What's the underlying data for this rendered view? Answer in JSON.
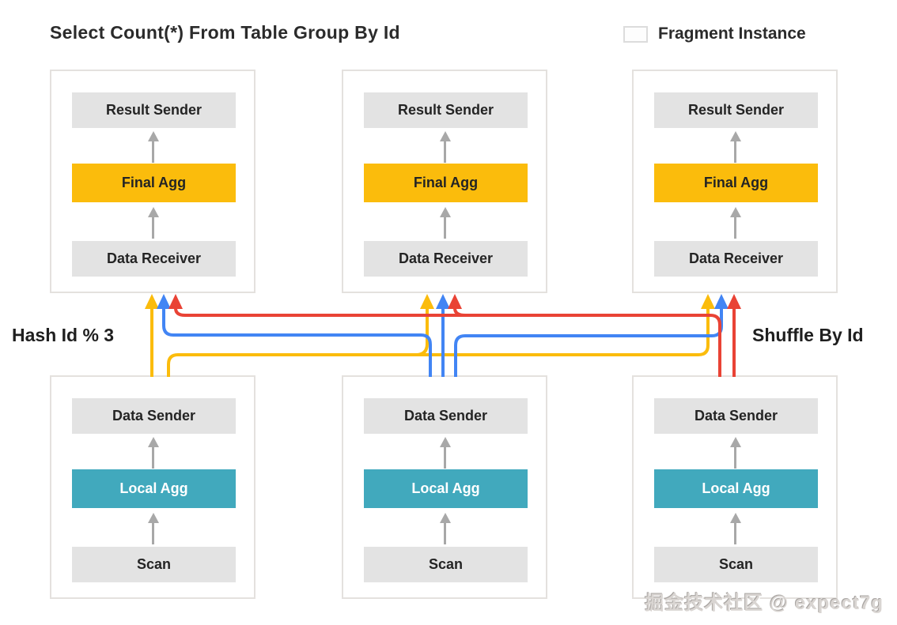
{
  "title": "Select Count(*) From Table Group By Id",
  "legend": {
    "label": "Fragment Instance"
  },
  "fragments": {
    "top": {
      "instances": 3,
      "nodes": [
        "Result Sender",
        "Final Agg",
        "Data Receiver"
      ]
    },
    "bottom": {
      "instances": 3,
      "nodes": [
        "Data Sender",
        "Local Agg",
        "Scan"
      ]
    }
  },
  "shuffle": {
    "left_label": "Hash Id % 3",
    "right_label": "Shuffle By Id",
    "streams": [
      {
        "source": "bottom-fragment-1-data-sender",
        "color_key": "yellow",
        "targets": [
          "top-fragment-1-data-receiver",
          "top-fragment-2-data-receiver",
          "top-fragment-3-data-receiver"
        ]
      },
      {
        "source": "bottom-fragment-2-data-sender",
        "color_key": "blue",
        "targets": [
          "top-fragment-1-data-receiver",
          "top-fragment-2-data-receiver",
          "top-fragment-3-data-receiver"
        ]
      },
      {
        "source": "bottom-fragment-3-data-sender",
        "color_key": "red",
        "targets": [
          "top-fragment-1-data-receiver",
          "top-fragment-2-data-receiver",
          "top-fragment-3-data-receiver"
        ]
      }
    ]
  },
  "watermark": "掘金技术社区 @ expect7g",
  "colors": {
    "yellow": "#FBBC0C",
    "blue": "#4285F4",
    "red": "#E94335",
    "teal": "#41A9BD",
    "node_gray": "#E3E3E3",
    "arrow_gray": "#A8A8A8",
    "border_gray": "#E4E1DE",
    "text_dark": "#242424"
  }
}
